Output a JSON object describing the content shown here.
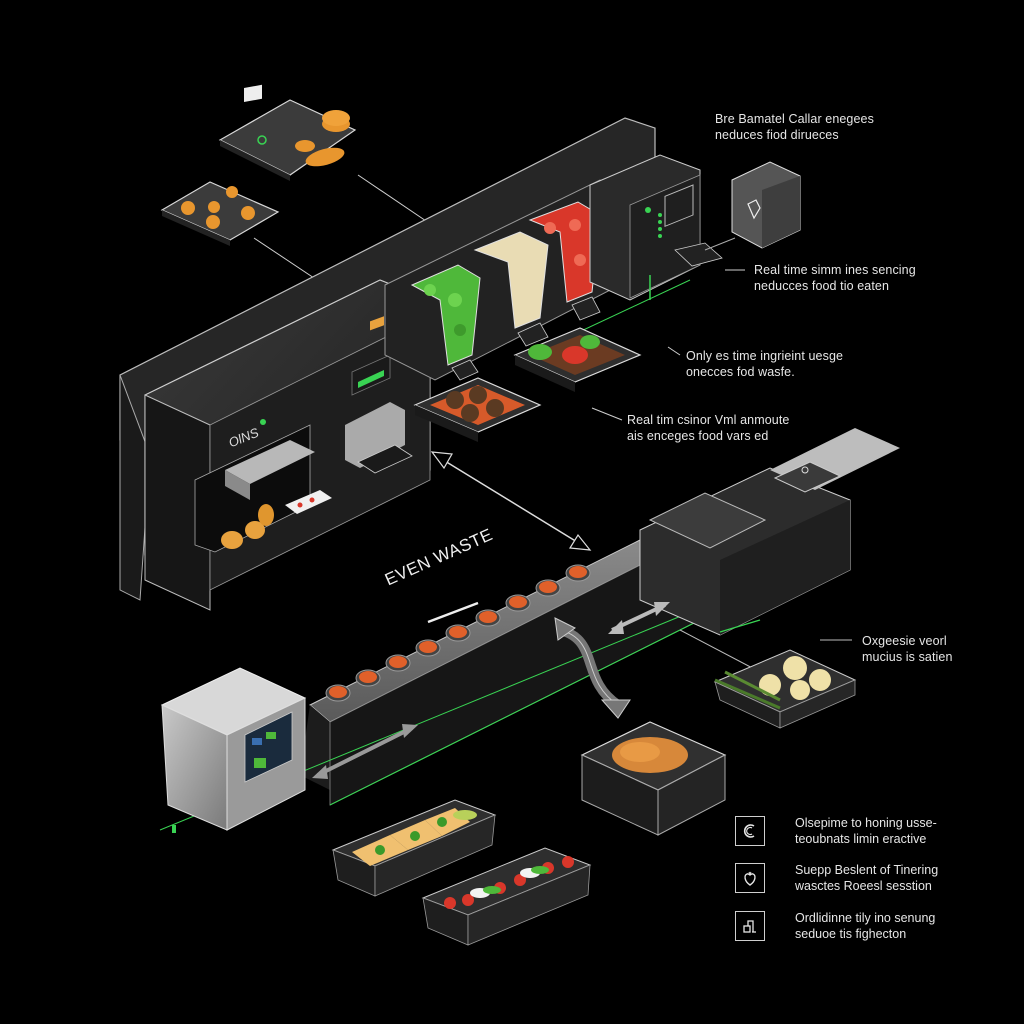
{
  "diagram": {
    "title_tag": "EVEN WASTE",
    "machine_brand": "OlNS",
    "accent_color": "#39d353",
    "food_colors": {
      "orange": "#e8962e",
      "green": "#4fb83a",
      "cream": "#e9dcb4",
      "red": "#d9372a"
    }
  },
  "callouts": [
    {
      "id": "top-right",
      "lines": [
        "Bre Bamatel Callar enegees",
        "neduces fiod dirueces"
      ]
    },
    {
      "id": "sensing",
      "lines": [
        "Real time simm ines sencing",
        "neducces food tio eaten"
      ]
    },
    {
      "id": "ingredient",
      "lines": [
        "Only es time ingrieint uesge",
        "onecces fod wasfe."
      ]
    },
    {
      "id": "realtime-sensor",
      "lines": [
        "Real tim csinor Vml anmoute",
        "ais enceges food vars ed"
      ]
    },
    {
      "id": "conveyor-side",
      "lines": [
        "Oxgeesie veorl",
        "mucius is satien"
      ]
    }
  ],
  "legend": [
    {
      "icon": "refresh-c-icon",
      "glyph": "C",
      "lines": [
        "Olsepime to honing usse-",
        "teoubnats limin eractive"
      ]
    },
    {
      "icon": "strawberry-icon",
      "glyph": "♥",
      "lines": [
        "Suepp Beslent of Tinering",
        "wasctes Roeesl sesstion"
      ]
    },
    {
      "icon": "container-icon",
      "glyph": "⌂",
      "lines": [
        "Ordlidinne tily ino senung",
        "seduoe tis fighecton"
      ]
    }
  ],
  "components": {
    "serving_trays_top": [
      "cookie-tray",
      "donut-tray"
    ],
    "dispensers": [
      "green-vegetables",
      "cream-grains",
      "red-tomatoes"
    ],
    "output_trays": [
      "meatball-tray",
      "salad-tray"
    ],
    "conveyor_items": 9,
    "bottom_containers": [
      "gratin-container",
      "chicken-container",
      "toast-container",
      "tomato-container"
    ]
  }
}
